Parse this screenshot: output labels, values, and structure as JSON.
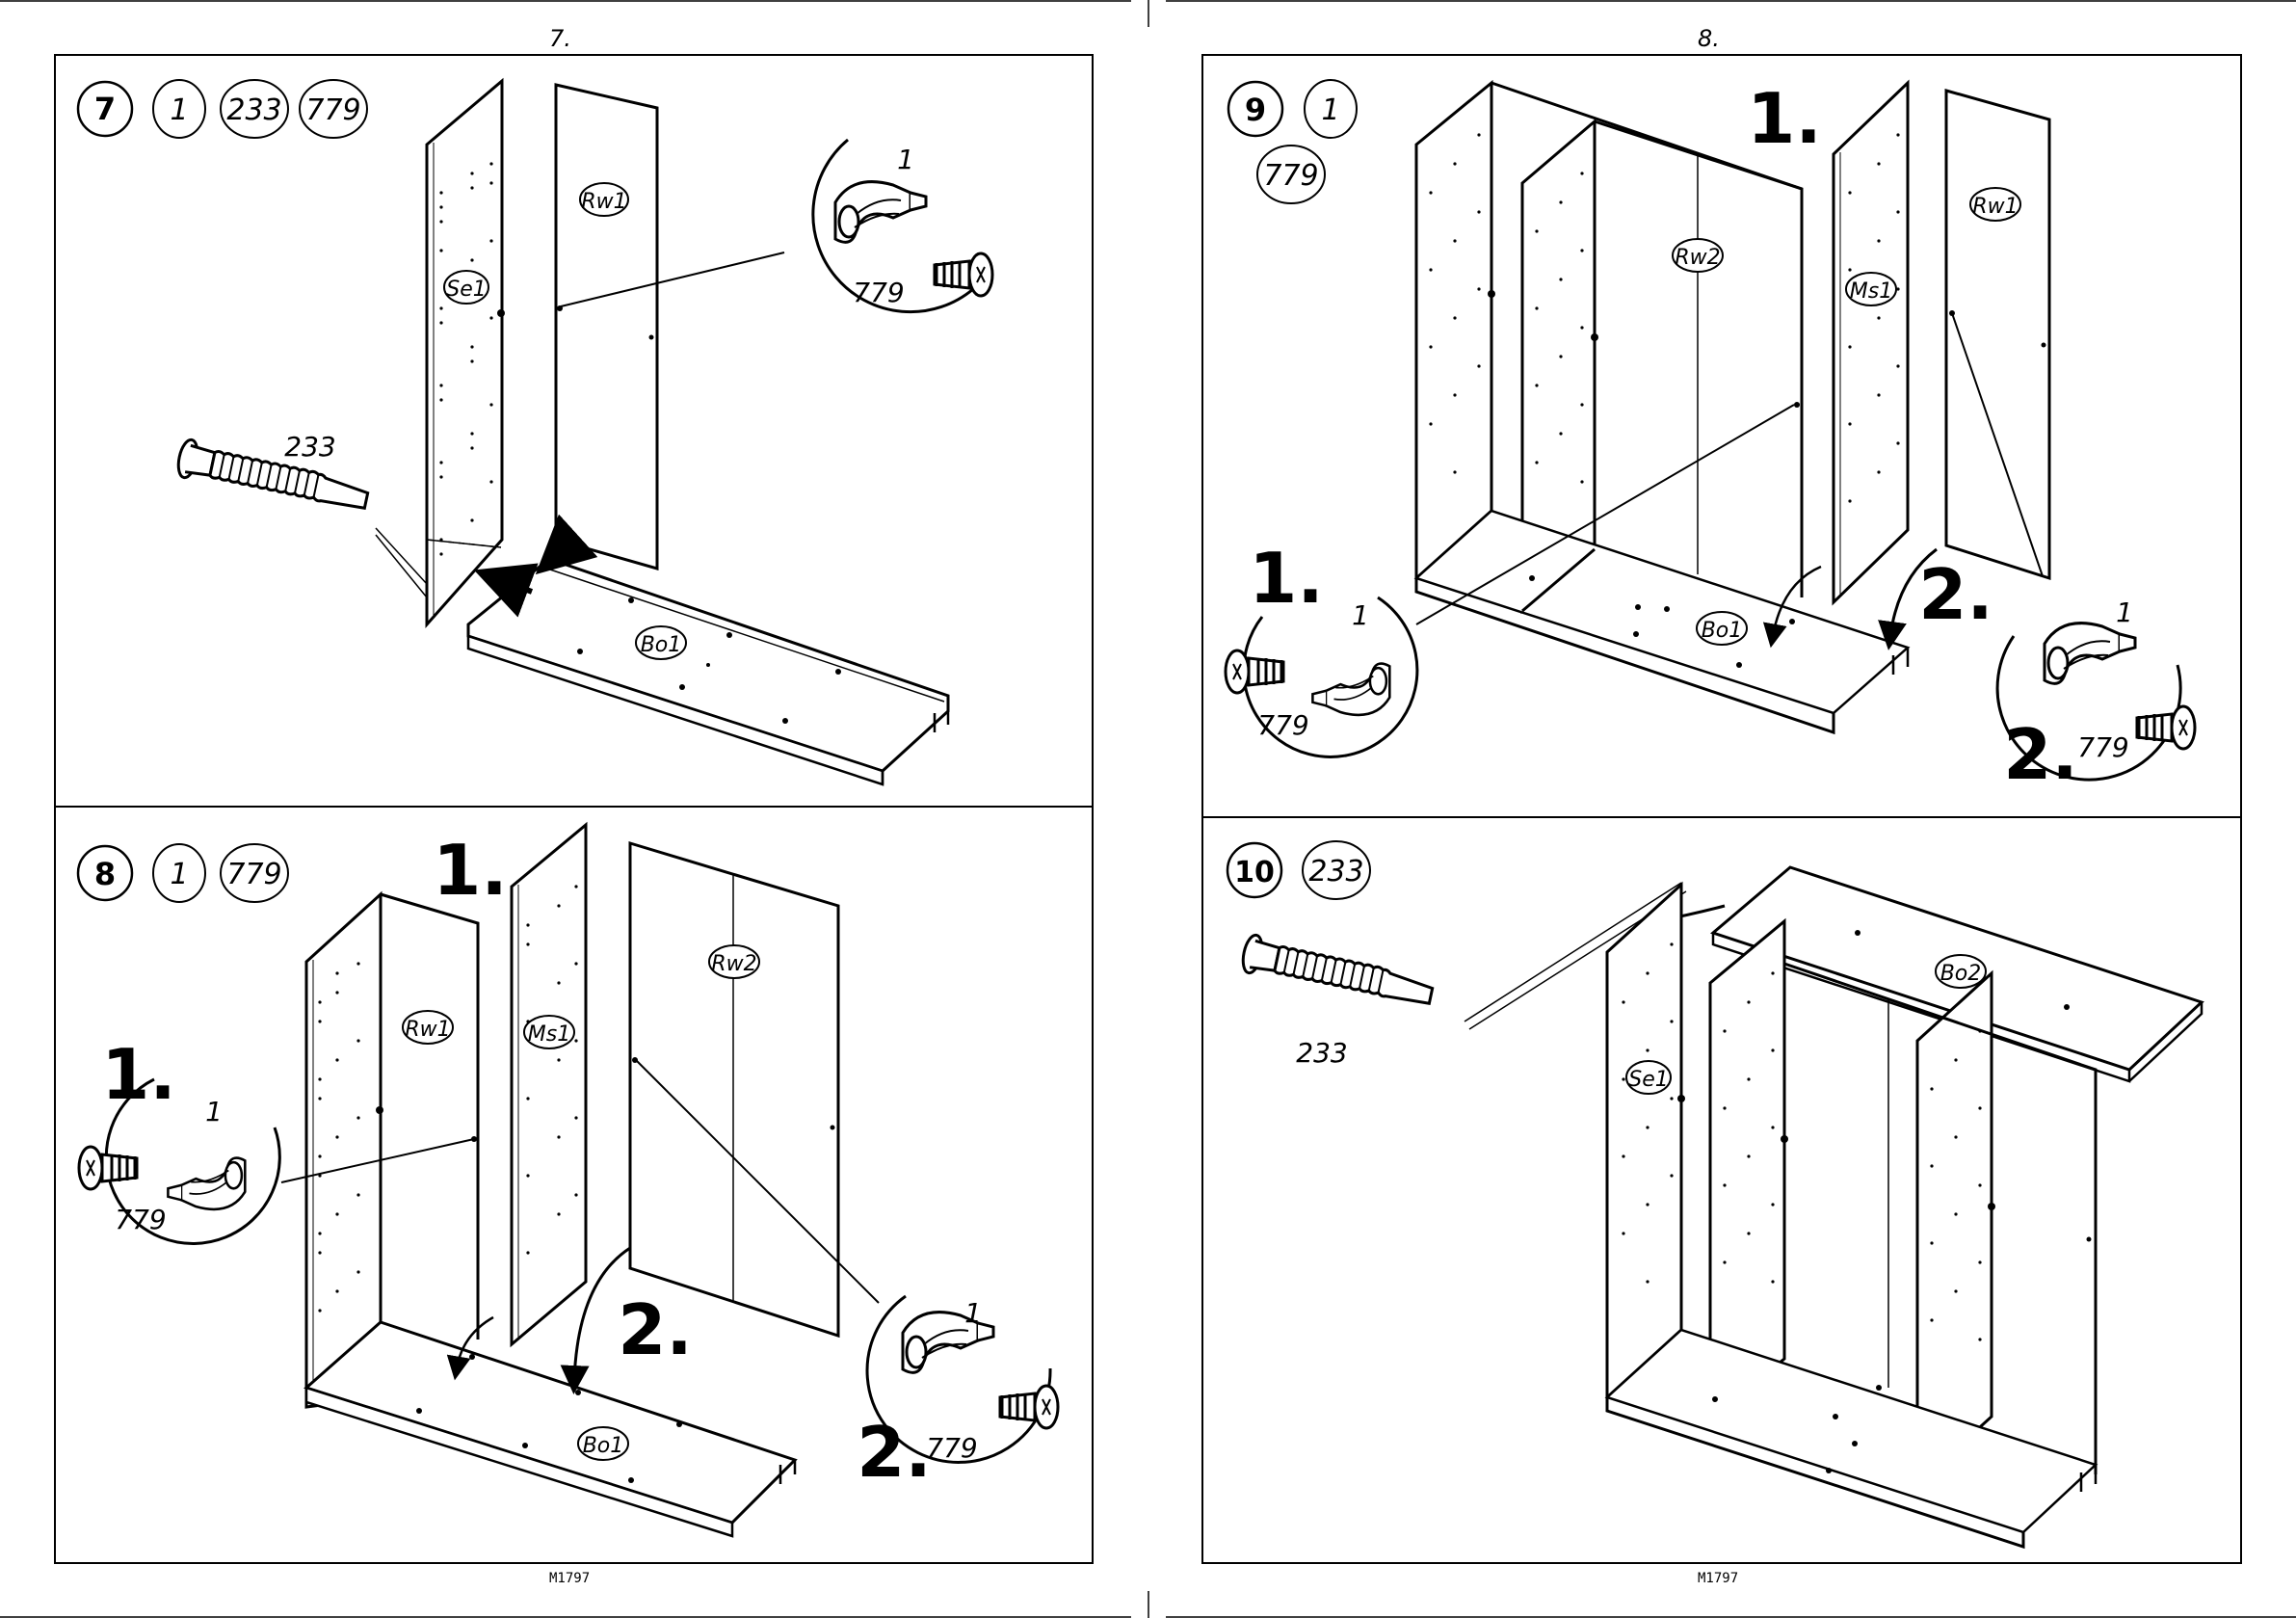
{
  "pages": [
    {
      "number": "7.",
      "model": "M1797"
    },
    {
      "number": "8.",
      "model": "M1797"
    }
  ],
  "steps": {
    "s7": {
      "step": "7",
      "parts": [
        "1",
        "233",
        "779"
      ],
      "labels": {
        "se1": "Se1",
        "rw1": "Rw1",
        "bo1": "Bo1",
        "p233": "233",
        "p1": "1",
        "p779": "779"
      }
    },
    "s8": {
      "step": "8",
      "parts": [
        "1",
        "779"
      ],
      "labels": {
        "rw1": "Rw1",
        "ms1": "Ms1",
        "rw2": "Rw2",
        "bo1": "Bo1",
        "a1": "1.",
        "a2": "2.",
        "d1": "1.",
        "d2": "2.",
        "p1a": "1",
        "p779a": "779",
        "p1b": "1",
        "p779b": "779"
      }
    },
    "s9": {
      "step": "9",
      "parts": [
        "1",
        "779"
      ],
      "labels": {
        "rw2": "Rw2",
        "ms1": "Ms1",
        "rw1": "Rw1",
        "bo1": "Bo1",
        "a1": "1.",
        "a2": "2.",
        "d1": "1.",
        "d2": "2.",
        "p1a": "1",
        "p779a": "779",
        "p1b": "1",
        "p779b": "779"
      }
    },
    "s10": {
      "step": "10",
      "parts": [
        "233"
      ],
      "labels": {
        "se1": "Se1",
        "bo2": "Bo2",
        "p233": "233"
      }
    }
  },
  "colors": {
    "line": "#000000",
    "paper": "#ffffff"
  }
}
